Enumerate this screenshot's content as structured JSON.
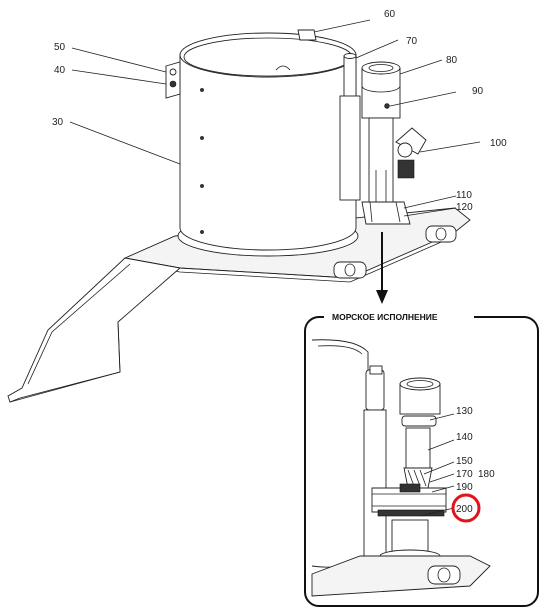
{
  "inset": {
    "title": "МОРСКОЕ ИСПОЛНЕНИЕ",
    "highlight_color": "#e0141b"
  },
  "callouts": {
    "c10": "60",
    "c20": "70",
    "c30": "50",
    "c40": "40",
    "c50": "80",
    "c60": "90",
    "c70": "30",
    "c80": "100",
    "c90": "110",
    "c100": "120",
    "i130": "130",
    "i140": "140",
    "i150": "150",
    "i170": "170",
    "i180": "180",
    "i190": "190",
    "i200": "200"
  }
}
